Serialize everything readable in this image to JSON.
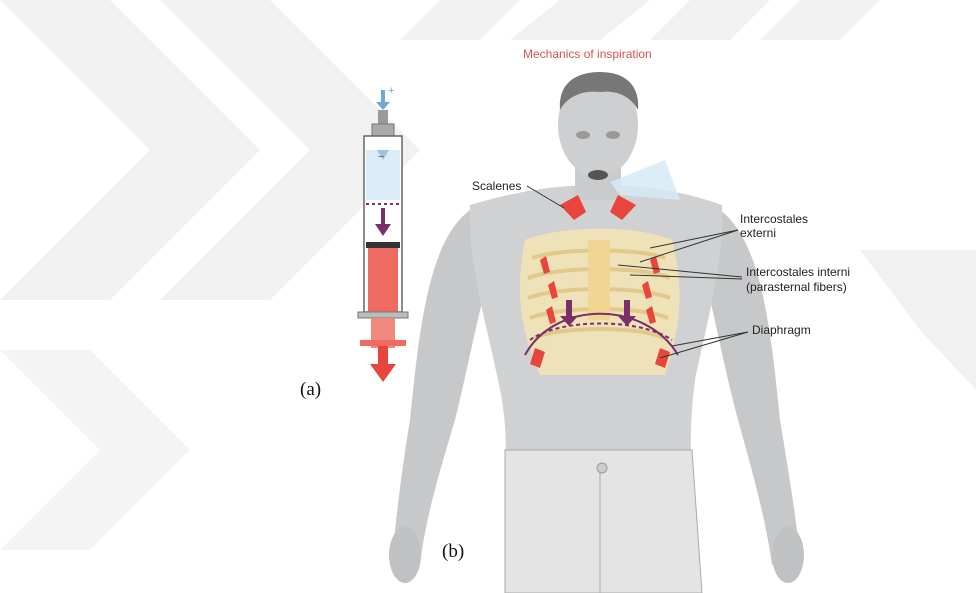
{
  "figure": {
    "title": "Mechanics of inspiration",
    "panel_a": "(a)",
    "panel_b": "(b)",
    "labels": {
      "scalenes": "Scalenes",
      "intercostales_externi_1": "Intercostales",
      "intercostales_externi_2": "externi",
      "intercostales_interni_1": "Intercostales interni",
      "intercostales_interni_2": "(parasternal fibers)",
      "diaphragm": "Diaphragm"
    },
    "syringe_signs": {
      "plus": "+",
      "minus": "−"
    }
  },
  "colors": {
    "title_red": "#d9534f",
    "arrow_red": "#e8463c",
    "muscle_purple": "#7a2f6b",
    "body_gray": "#c9cbcd",
    "rib_yellow": "#f3e3b5",
    "watermark": "#f2f2f2"
  }
}
